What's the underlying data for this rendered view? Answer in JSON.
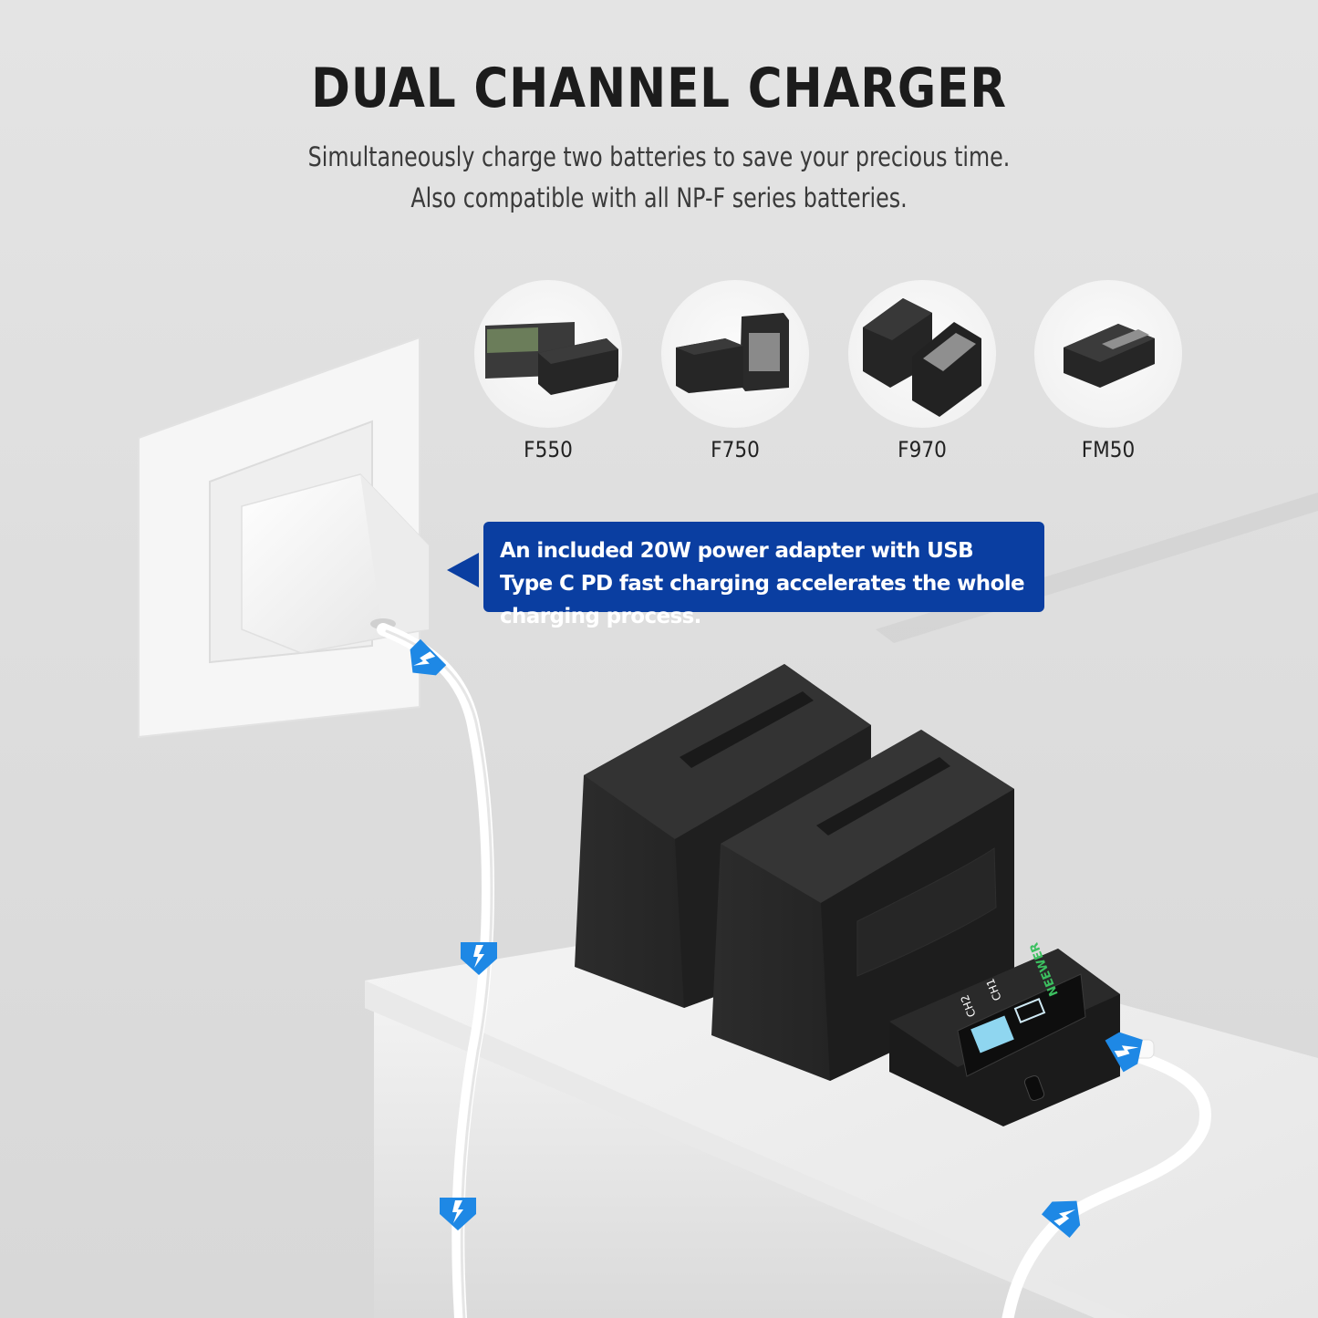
{
  "heading": {
    "title": "DUAL CHANNEL CHARGER",
    "subtitle_line1": "Simultaneously charge two batteries to save your precious time.",
    "subtitle_line2": "Also compatible with all NP-F series batteries."
  },
  "batteries": [
    {
      "model": "F550",
      "icon": "battery-np-f550-icon"
    },
    {
      "model": "F750",
      "icon": "battery-np-f750-icon"
    },
    {
      "model": "F970",
      "icon": "battery-np-f970-icon"
    },
    {
      "model": "FM50",
      "icon": "battery-np-fm50-icon"
    }
  ],
  "callout": {
    "text": "An included 20W power adapter with USB Type C PD fast charging accelerates the whole charging process."
  },
  "charger": {
    "brand": "NEEWER",
    "channel1": "CH1",
    "channel2": "CH2"
  },
  "colors": {
    "accent_blue": "#0a3ea1",
    "bolt_blue": "#1e88e5",
    "battery_black": "#262626",
    "background": "#e0e0e0"
  }
}
